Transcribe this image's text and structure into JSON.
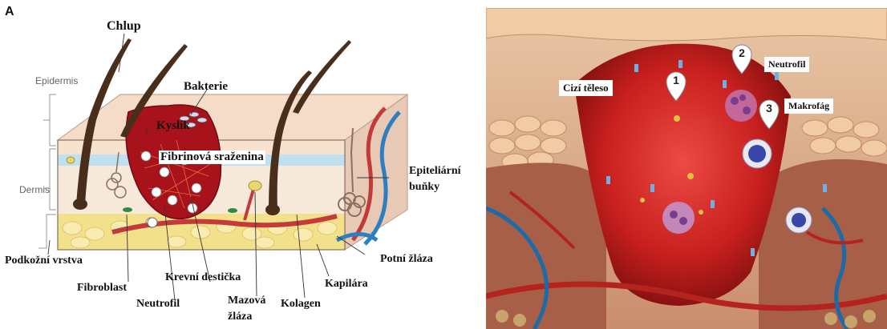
{
  "panel_a": {
    "letter": "A",
    "labels": {
      "chlup": "Chlup",
      "epidermis": "Epidermis",
      "dermis": "Dermis",
      "bakterie": "Bakterie",
      "kyslik": "Kyslík",
      "fibrin": "Fibrinová sraženina",
      "epitel_1": "Epiteliární",
      "epitel_2": "buňky",
      "podkozni": "Podkožní vrstva",
      "potni": "Potní žláza",
      "fibroblast": "Fibroblast",
      "krevni": "Krevní destička",
      "kapilara": "Kapilára",
      "neutrofil": "Neutrofil",
      "mazova_1": "Mazová",
      "mazova_2": "žláza",
      "kolagen": "Kolagen"
    }
  },
  "panel_b": {
    "callouts": {
      "cizi": "Cizí těleso",
      "neutrofil": "Neutrofil",
      "makrofag": "Makrofág"
    },
    "numbers": [
      "1",
      "2",
      "3"
    ]
  }
}
